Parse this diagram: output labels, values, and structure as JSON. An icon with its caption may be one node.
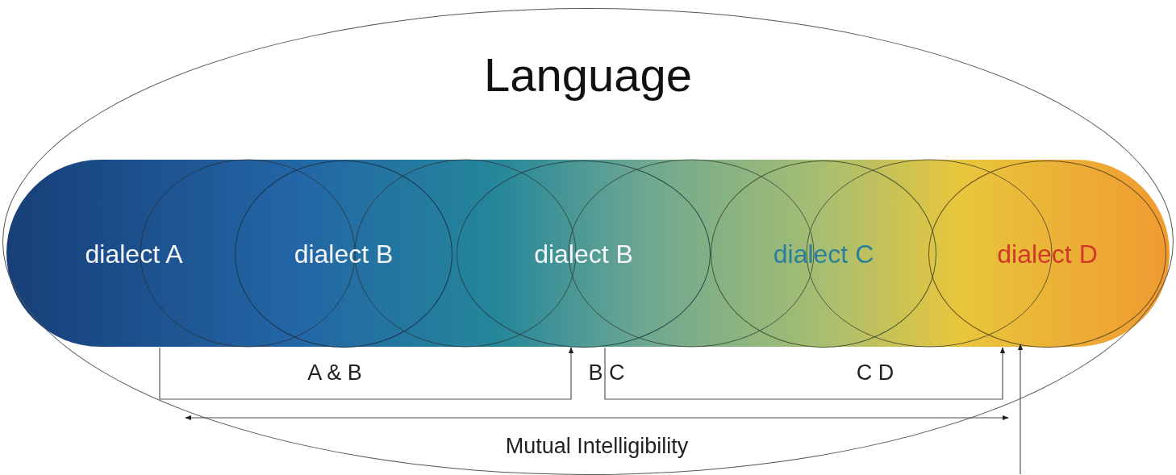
{
  "diagram": {
    "nodes": [
      {
        "text": [
          "Language"
        ]
      },
      {
        "text": [
          "dialect A"
        ],
        "in": 0
      },
      {
        "text": [
          "dialect B"
        ],
        "in": 0
      },
      {
        "text": [
          "dialect B"
        ],
        "in": 0
      },
      {
        "text": [
          "dialect C"
        ],
        "in": 0
      },
      {
        "text": [
          "dialect D"
        ],
        "in": 0
      }
    ],
    "edges": [
      {
        "from": 1,
        "to": 3,
        "arrow": "to"
      },
      {
        "from": 3,
        "to": 5,
        "arrow": "to"
      },
      {
        "from": null,
        "to": 5,
        "arrow": "to"
      }
    ],
    "labels": [
      "A & B",
      "B C",
      "C D",
      "Mutual Intelligibility"
    ]
  }
}
